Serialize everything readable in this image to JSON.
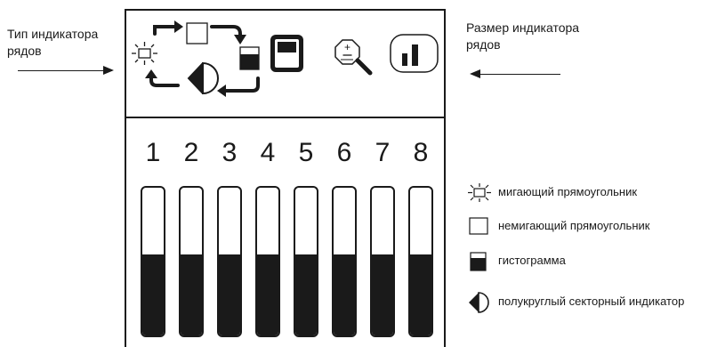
{
  "callouts": {
    "left": [
      "Тип индикатора",
      "рядов"
    ],
    "right": [
      "Размер индикатора",
      "рядов"
    ]
  },
  "top_icons": [
    {
      "icon": "blinking-rectangle-icon"
    },
    {
      "icon": "non-blinking-rectangle-icon"
    },
    {
      "icon": "histogram-icon"
    },
    {
      "icon": "half-circle-sector-icon"
    },
    {
      "icon": "large-histogram-icon"
    },
    {
      "icon": "zoom-plus-minus-icon"
    },
    {
      "icon": "bar-size-icon"
    }
  ],
  "channels": [
    {
      "number": "1",
      "level": 0.55
    },
    {
      "number": "2",
      "level": 0.55
    },
    {
      "number": "3",
      "level": 0.55
    },
    {
      "number": "4",
      "level": 0.55
    },
    {
      "number": "5",
      "level": 0.55
    },
    {
      "number": "6",
      "level": 0.55
    },
    {
      "number": "7",
      "level": 0.55
    },
    {
      "number": "8",
      "level": 0.55
    }
  ],
  "legend": [
    {
      "icon": "blinking-rectangle-icon",
      "label": "мигающий прямоугольник"
    },
    {
      "icon": "non-blinking-rectangle-icon",
      "label": "немигающий прямоугольник"
    },
    {
      "icon": "histogram-icon",
      "label": "гистограмма"
    },
    {
      "icon": "half-circle-sector-icon",
      "label": "полукруглый секторный индикатор"
    }
  ],
  "colors": {
    "ink": "#1a1a1a",
    "background": "#ffffff"
  }
}
